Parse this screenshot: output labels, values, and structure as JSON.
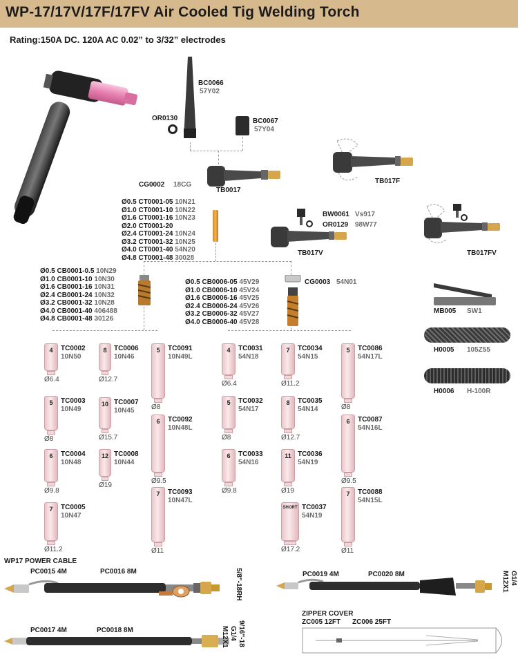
{
  "header": {
    "title": "WP-17/17V/17F/17FV Air Cooled Tig Welding Torch",
    "rating": "Rating:150A DC. 120A AC 0.02” to 3/32” electrodes"
  },
  "parts": {
    "bc0066": {
      "code": "BC0066",
      "sub": "57Y02"
    },
    "or0130": {
      "code": "OR0130"
    },
    "bc0067": {
      "code": "BC0067",
      "sub": "57Y04"
    },
    "cg0002": {
      "code": "CG0002",
      "sub": "18CG"
    },
    "tb0017": {
      "code": "TB0017"
    },
    "tb017f": {
      "code": "TB017F"
    },
    "bw0061": {
      "code": "BW0061",
      "sub": "Vs917"
    },
    "or0129": {
      "code": "OR0129",
      "sub": "98W77"
    },
    "tb017v": {
      "code": "TB017V"
    },
    "tb017fv": {
      "code": "TB017FV"
    },
    "cg0003": {
      "code": "CG0003",
      "sub": "54N01"
    },
    "mb005": {
      "code": "MB005",
      "sub": "SW1"
    },
    "h0005": {
      "code": "H0005",
      "sub": "105Z55"
    },
    "h0006": {
      "code": "H0006",
      "sub": "H-100R"
    }
  },
  "collets": [
    {
      "size": "Ø0.5",
      "code": "CT0001-05",
      "ref": "10N21"
    },
    {
      "size": "Ø1.0",
      "code": "CT0001-10",
      "ref": "10N22"
    },
    {
      "size": "Ø1.6",
      "code": "CT0001-16",
      "ref": "10N23"
    },
    {
      "size": "Ø2.0",
      "code": "CT0001-20",
      "ref": ""
    },
    {
      "size": "Ø2.4",
      "code": "CT0001-24",
      "ref": "10N24"
    },
    {
      "size": "Ø3.2",
      "code": "CT0001-32",
      "ref": "10N25"
    },
    {
      "size": "Ø4.0",
      "code": "CT0001-40",
      "ref": "54N20"
    },
    {
      "size": "Ø4.8",
      "code": "CT0001-48",
      "ref": "30028"
    }
  ],
  "collet_bodies": [
    {
      "size": "Ø0.5",
      "code": "CB0001-0.5",
      "ref": "10N29"
    },
    {
      "size": "Ø1.0",
      "code": "CB0001-10",
      "ref": "10N30"
    },
    {
      "size": "Ø1.6",
      "code": "CB0001-16",
      "ref": "10N31"
    },
    {
      "size": "Ø2.4",
      "code": "CB0001-24",
      "ref": "10N32"
    },
    {
      "size": "Ø3.2",
      "code": "CB0001-32",
      "ref": "10N28"
    },
    {
      "size": "Ø4.0",
      "code": "CB0001-40",
      "ref": "406488"
    },
    {
      "size": "Ø4.8",
      "code": "CB0001-48",
      "ref": "30126"
    }
  ],
  "gas_lens": [
    {
      "size": "Ø0.5",
      "code": "CB0006-05",
      "ref": "45V29"
    },
    {
      "size": "Ø1.0",
      "code": "CB0006-10",
      "ref": "45V24"
    },
    {
      "size": "Ø1.6",
      "code": "CB0006-16",
      "ref": "45V25"
    },
    {
      "size": "Ø2.4",
      "code": "CB0006-24",
      "ref": "45V26"
    },
    {
      "size": "Ø3.2",
      "code": "CB0006-32",
      "ref": "45V27"
    },
    {
      "size": "Ø4.0",
      "code": "CB0006-40",
      "ref": "45V28"
    }
  ],
  "cups": [
    {
      "code": "TC0002",
      "sub": "10N50",
      "num": "4",
      "dia": "Ø6.4"
    },
    {
      "code": "TC0003",
      "sub": "10N49",
      "num": "5",
      "dia": "Ø8"
    },
    {
      "code": "TC0004",
      "sub": "10N48",
      "num": "6",
      "dia": "Ø9.8"
    },
    {
      "code": "TC0005",
      "sub": "10N47",
      "num": "7",
      "dia": "Ø11.2"
    },
    {
      "code": "TC0006",
      "sub": "10N46",
      "num": "8",
      "dia": "Ø12.7"
    },
    {
      "code": "TC0007",
      "sub": "10N45",
      "num": "10",
      "dia": "Ø15.7"
    },
    {
      "code": "TC0008",
      "sub": "10N44",
      "num": "12",
      "dia": "Ø19"
    },
    {
      "code": "TC0091",
      "sub": "10N49L",
      "num": "5",
      "dia": "Ø8"
    },
    {
      "code": "TC0092",
      "sub": "10N48L",
      "num": "6",
      "dia": "Ø9.5"
    },
    {
      "code": "TC0093",
      "sub": "10N47L",
      "num": "7",
      "dia": "Ø11"
    },
    {
      "code": "TC0031",
      "sub": "54N18",
      "num": "4",
      "dia": "Ø6.4"
    },
    {
      "code": "TC0032",
      "sub": "54N17",
      "num": "5",
      "dia": "Ø8"
    },
    {
      "code": "TC0033",
      "sub": "54N16",
      "num": "6",
      "dia": "Ø9.8"
    },
    {
      "code": "TC0034",
      "sub": "54N15",
      "num": "7",
      "dia": "Ø11.2"
    },
    {
      "code": "TC0035",
      "sub": "54N14",
      "num": "8",
      "dia": "Ø12.7"
    },
    {
      "code": "TC0036",
      "sub": "54N19",
      "num": "11",
      "dia": "Ø19"
    },
    {
      "code": "TC0037",
      "sub": "54N19",
      "num": "SHORT",
      "dia": "Ø17.2"
    },
    {
      "code": "TC0086",
      "sub": "54N17L",
      "num": "5",
      "dia": "Ø8"
    },
    {
      "code": "TC0087",
      "sub": "54N16L",
      "num": "6",
      "dia": "Ø9.5"
    },
    {
      "code": "TC0088",
      "sub": "54N15L",
      "num": "7",
      "dia": "Ø11"
    }
  ],
  "cables": {
    "section_title": "WP17 POWER CABLE",
    "pc0015": "PC0015 4M",
    "pc0016": "PC0016 8M",
    "thread1": "5/8\"-18RH",
    "pc0019": "PC0019 4M",
    "pc0020": "PC0020 8M",
    "thread2a": "G1/4",
    "thread2b": "M12X1",
    "pc0017": "PC0017 4M",
    "pc0018": "PC0018 8M",
    "thread3a": "9/16\"-18",
    "thread3b": "G1/4",
    "thread3c": "M12X1"
  },
  "zipper": {
    "title": "ZIPPER COVER",
    "zc005": "ZC005 12FT",
    "zc006": "ZC006 25FT"
  }
}
